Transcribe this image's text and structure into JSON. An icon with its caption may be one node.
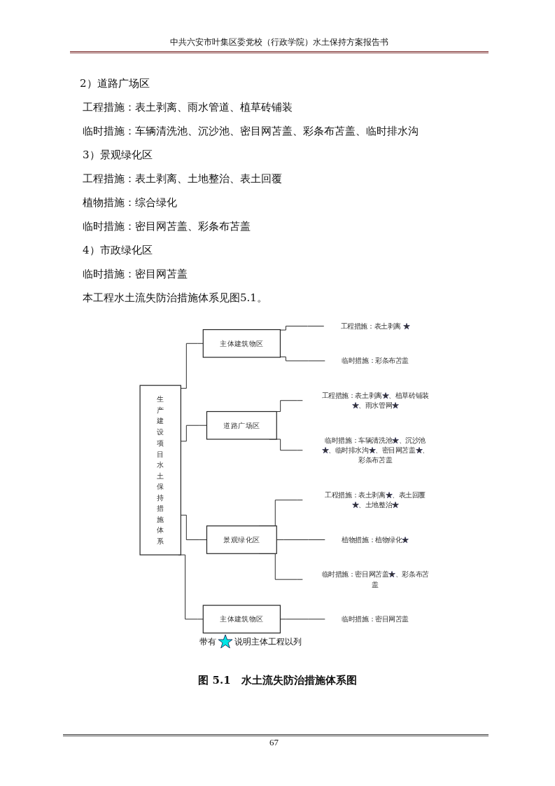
{
  "diagram": {
    "caption": "图 5.1　水土流失防治措施体系图",
    "nodes": [
      {
        "text": [
          "生产建设项目水土保持措施体系"
        ]
      },
      {
        "text": [
          "主体建筑物区"
        ]
      },
      {
        "text": [
          "工程措施：表土剥离 ★"
        ]
      },
      {
        "text": [
          "临时措施：彩条布苫盖"
        ]
      },
      {
        "text": [
          "道路广场区"
        ]
      },
      {
        "text": [
          "工程措施：表土剥离★、植草砖铺装★、雨水管网★"
        ]
      },
      {
        "text": [
          "临时措施：车辆清洗池★、沉沙池★、临时排水沟★、密目网苫盖★、彩条布苫盖"
        ]
      },
      {
        "text": [
          "景观绿化区"
        ]
      },
      {
        "text": [
          "工程措施：表土剥离★、表土回覆★、土地整治★"
        ]
      },
      {
        "text": [
          "植物措施：植物绿化★"
        ]
      },
      {
        "text": [
          "临时措施：密目网苫盖★、彩条布苫盖"
        ]
      },
      {
        "text": [
          "主体建筑物区"
        ]
      },
      {
        "text": [
          "临时措施：密目网苫盖"
        ]
      }
    ],
    "edges": [
      {
        "from": 0,
        "to": 1,
        "arrow": "none"
      },
      {
        "from": 1,
        "to": 2,
        "arrow": "none"
      },
      {
        "from": 1,
        "to": 3,
        "arrow": "none"
      },
      {
        "from": 0,
        "to": 4,
        "arrow": "none"
      },
      {
        "from": 4,
        "to": 5,
        "arrow": "none"
      },
      {
        "from": 4,
        "to": 6,
        "arrow": "none"
      },
      {
        "from": 0,
        "to": 7,
        "arrow": "none"
      },
      {
        "from": 7,
        "to": 8,
        "arrow": "none"
      },
      {
        "from": 7,
        "to": 9,
        "arrow": "none"
      },
      {
        "from": 7,
        "to": 10,
        "arrow": "none"
      },
      {
        "from": 0,
        "to": 11,
        "arrow": "none"
      },
      {
        "from": 11,
        "to": 12,
        "arrow": "none"
      }
    ],
    "labels": [
      "中共六安市叶集区委党校（行政学院）水土保持方案报告书",
      "2）道路广场区",
      "工程措施：表土剥离、雨水管道、植草砖铺装",
      "临时措施：车辆清洗池、沉沙池、密目网苫盖、彩条布苫盖、临时排水沟",
      "3）景观绿化区",
      "工程措施：表土剥离、土地整治、表土回覆",
      "植物措施：综合绿化",
      "临时措施：密目网苫盖、彩条布苫盖",
      "4）市政绿化区",
      "临时措施：密目网苫盖",
      "本工程水土流失防治措施体系见图5.1。",
      "67"
    ],
    "legend": [
      {
        "text": "带有 说明主体工程以列"
      }
    ]
  }
}
